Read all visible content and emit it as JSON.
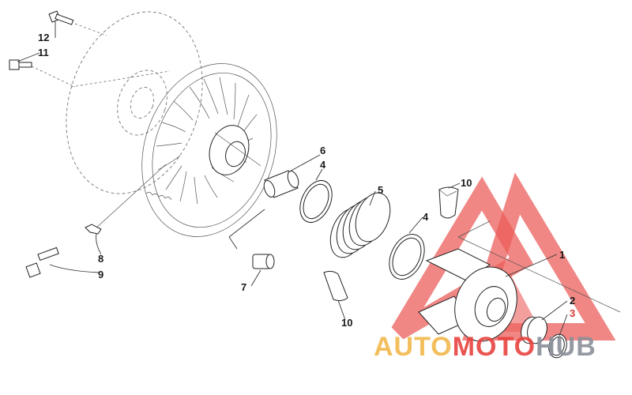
{
  "callouts": {
    "c1": "1",
    "c2": "2",
    "c3": "3",
    "c4a": "4",
    "c4b": "4",
    "c5": "5",
    "c6": "6",
    "c7": "7",
    "c8": "8",
    "c9": "9",
    "c10a": "10",
    "c10b": "10",
    "c11": "11",
    "c12": "12"
  },
  "watermark": {
    "part1": "AUTO",
    "part2": "MOTO",
    "part3": "HUB",
    "color_orange": "#f2b84b",
    "color_red": "#e8433f",
    "color_grey": "#8a8f99"
  },
  "colors": {
    "callout_highlight": "#d83a3a"
  }
}
